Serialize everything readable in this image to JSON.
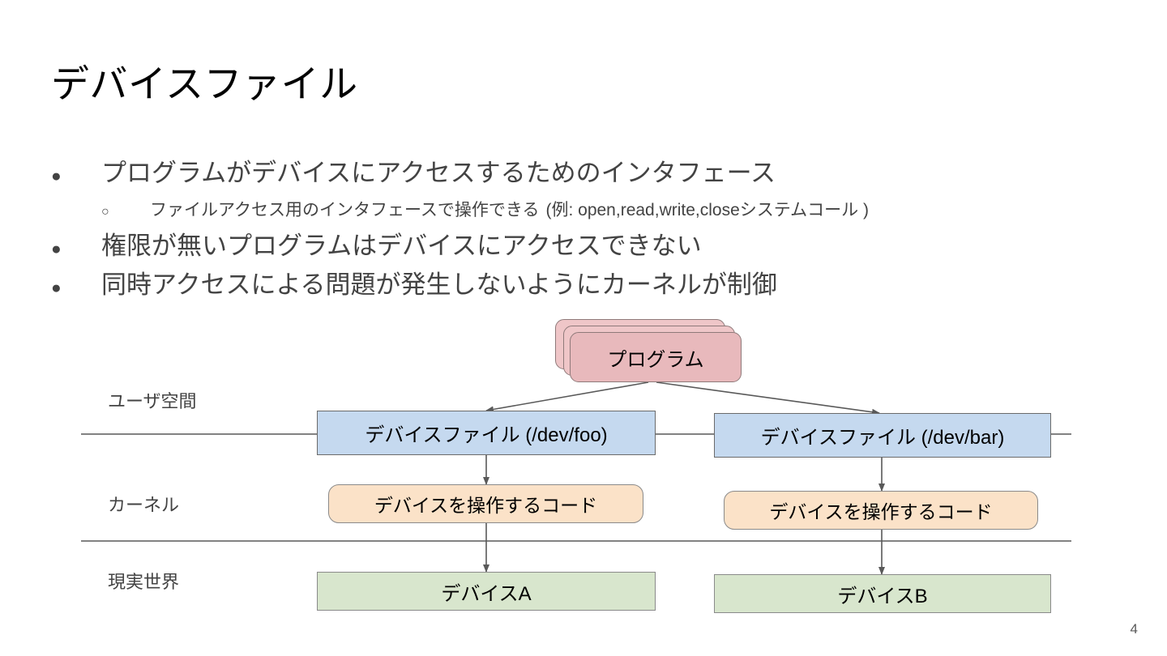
{
  "slide": {
    "title": "デバイスファイル",
    "page_number": "4",
    "bullet_marker_l1": "●",
    "bullet_marker_l2": "○"
  },
  "bullets": [
    {
      "level": 1,
      "text": "プログラムがデバイスにアクセスするためのインタフェース"
    },
    {
      "level": 2,
      "text": "ファイルアクセス用のインタフェースで操作できる",
      "note": "(例: open,read,write,closeシステムコール )"
    },
    {
      "level": 1,
      "text": "権限が無いプログラムはデバイスにアクセスできない"
    },
    {
      "level": 1,
      "text": "同時アクセスによる問題が発生しないようにカーネルが制御"
    }
  ],
  "diagram": {
    "zones": [
      {
        "id": "user-space",
        "label": "ユーザ空間"
      },
      {
        "id": "kernel",
        "label": "カーネル"
      },
      {
        "id": "real-world",
        "label": "現実世界"
      }
    ],
    "program": {
      "label": "プログラム",
      "color": "#e8b9bc",
      "border": "#8f7a7a"
    },
    "device_files": [
      {
        "id": "devfile-foo",
        "label": "デバイスファイル (/dev/foo)",
        "color": "#c5d9ef"
      },
      {
        "id": "devfile-bar",
        "label": "デバイスファイル (/dev/bar)",
        "color": "#c5d9ef"
      }
    ],
    "kernel_code": [
      {
        "id": "kcode-left",
        "label": "デバイスを操作するコード",
        "color": "#fbe2c8"
      },
      {
        "id": "kcode-right",
        "label": "デバイスを操作するコード",
        "color": "#fbe2c8"
      }
    ],
    "devices": [
      {
        "id": "device-a",
        "label": "デバイスA",
        "color": "#d8e6cd"
      },
      {
        "id": "device-b",
        "label": "デバイスB",
        "color": "#d8e6cd"
      }
    ],
    "line_color": "#595959"
  }
}
